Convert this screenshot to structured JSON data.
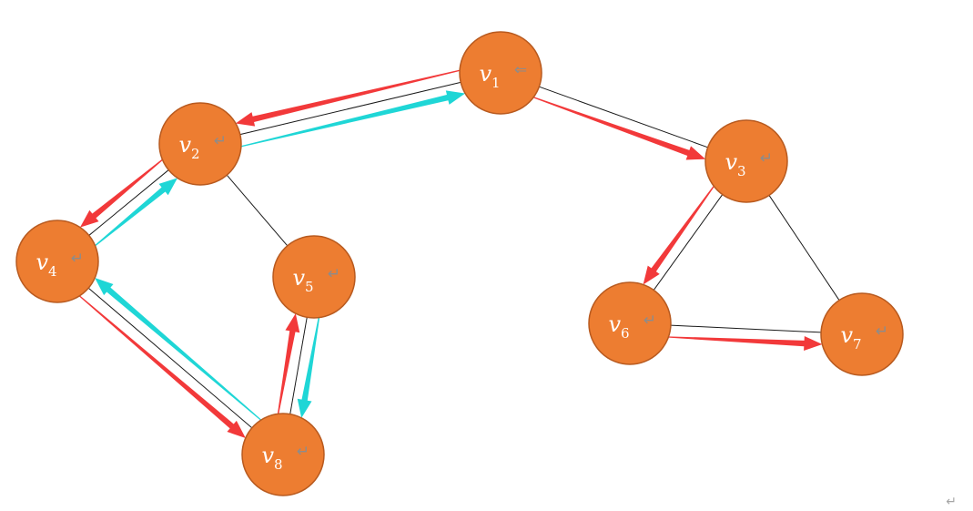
{
  "colors": {
    "node_fill": "#ED7D31",
    "node_stroke": "#B85A1F",
    "edge": "#1a1a1a",
    "red_arrow": "#F2393A",
    "cyan_arrow": "#1FD6D6",
    "label": "#ffffff"
  },
  "nodes": [
    {
      "id": "v1",
      "base": "v",
      "sub": "1",
      "mark": "⇐"
    },
    {
      "id": "v2",
      "base": "v",
      "sub": "2",
      "mark": "↵"
    },
    {
      "id": "v3",
      "base": "v",
      "sub": "3",
      "mark": "↵"
    },
    {
      "id": "v4",
      "base": "v",
      "sub": "4",
      "mark": "↵"
    },
    {
      "id": "v5",
      "base": "v",
      "sub": "5",
      "mark": "↵"
    },
    {
      "id": "v6",
      "base": "v",
      "sub": "6",
      "mark": "↵"
    },
    {
      "id": "v7",
      "base": "v",
      "sub": "7",
      "mark": "↵"
    },
    {
      "id": "v8",
      "base": "v",
      "sub": "8",
      "mark": "↵"
    }
  ],
  "edges": [
    {
      "from": "v1",
      "to": "v2"
    },
    {
      "from": "v1",
      "to": "v3"
    },
    {
      "from": "v2",
      "to": "v4"
    },
    {
      "from": "v2",
      "to": "v5"
    },
    {
      "from": "v3",
      "to": "v6"
    },
    {
      "from": "v3",
      "to": "v7"
    },
    {
      "from": "v4",
      "to": "v8"
    },
    {
      "from": "v5",
      "to": "v8"
    },
    {
      "from": "v6",
      "to": "v7"
    }
  ],
  "traversal_arrows": [
    {
      "from": "v1",
      "to": "v2",
      "color": "red"
    },
    {
      "from": "v2",
      "to": "v4",
      "color": "red"
    },
    {
      "from": "v4",
      "to": "v8",
      "color": "red"
    },
    {
      "from": "v8",
      "to": "v5",
      "color": "red"
    },
    {
      "from": "v5",
      "to": "v8",
      "color": "cyan"
    },
    {
      "from": "v8",
      "to": "v4",
      "color": "cyan"
    },
    {
      "from": "v4",
      "to": "v2",
      "color": "cyan"
    },
    {
      "from": "v2",
      "to": "v1",
      "color": "cyan"
    },
    {
      "from": "v1",
      "to": "v3",
      "color": "red"
    },
    {
      "from": "v3",
      "to": "v6",
      "color": "red"
    },
    {
      "from": "v6",
      "to": "v7",
      "color": "red"
    }
  ],
  "page_mark": "↵"
}
